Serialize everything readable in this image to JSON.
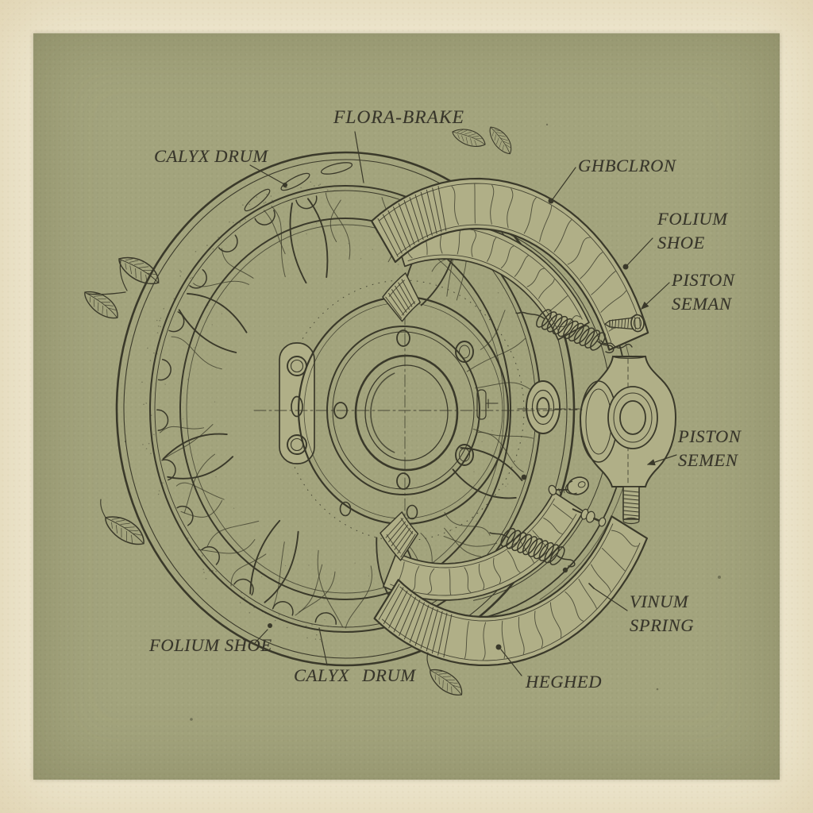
{
  "title": "FLORA-BRAKE",
  "colors": {
    "paper": "#f1ebd5",
    "panel": "#a3a47d",
    "ink": "#3a392a",
    "part_fill": "#b0af87"
  },
  "labels": {
    "flora_brake": {
      "text": "FLORA-BRAKE"
    },
    "calyx_drum_top": {
      "text": "CALYX DRUM"
    },
    "ghbclron": {
      "text": "GHBCLRON"
    },
    "folium_shoe_right": {
      "text": "FOLIUM SHOE"
    },
    "piston_seman": {
      "text": "PISTON SEMAN"
    },
    "piston_semen": {
      "text": "PISTON SEMEN"
    },
    "vinum_spring": {
      "text": "VINUM SPRING"
    },
    "heghed": {
      "text": "HEGHED"
    },
    "folium_shoe_bottom": {
      "text": "FOLIUM SHOE"
    },
    "calyx_drum_bottom": {
      "text": "CALYX DRUM"
    }
  }
}
